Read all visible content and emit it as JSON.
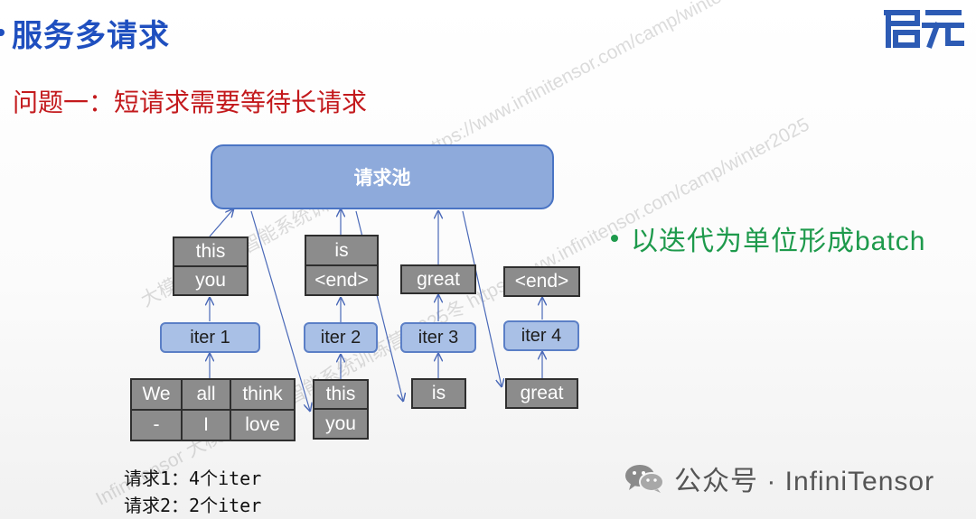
{
  "slide": {
    "title": "服务多请求",
    "question": "问题一：短请求需要等待长请求",
    "bullet": "以迭代为单位形成batch"
  },
  "diagram": {
    "pool_label": "请求池",
    "iters": [
      "iter 1",
      "iter 2",
      "iter 3",
      "iter 4"
    ],
    "input": {
      "row1": [
        "We",
        "all",
        "think"
      ],
      "row2": [
        "-",
        "I",
        "love"
      ]
    },
    "iter1_out": [
      "this",
      "you"
    ],
    "iter2_in": [
      "this",
      "you"
    ],
    "iter2_out": [
      "is",
      "<end>"
    ],
    "iter3_in": "is",
    "iter3_out": "great",
    "iter4_in": "great",
    "iter4_out": "<end>"
  },
  "notes": [
    "请求1：4个iter",
    "请求2：2个iter"
  ],
  "watermark": {
    "text1": "大模型与人工智能系统训练营 2025冬 https://www.infinitensor.com/camp/winter2025",
    "text2": "InfiniTensor 大模型与人工智能系统训练营 2025冬 https://www.infinitensor.com/camp/winter2025"
  },
  "footer": {
    "text": "公众号 · InfiniTensor"
  },
  "colors": {
    "title": "#1f4fbf",
    "question": "#c3191c",
    "bullet": "#1e9a4c",
    "pool_fill": "#8eaadb",
    "iter_fill": "#a9c0e6",
    "token_fill": "#8c8c8c"
  },
  "icons": [
    "logo",
    "wechat-icon"
  ]
}
